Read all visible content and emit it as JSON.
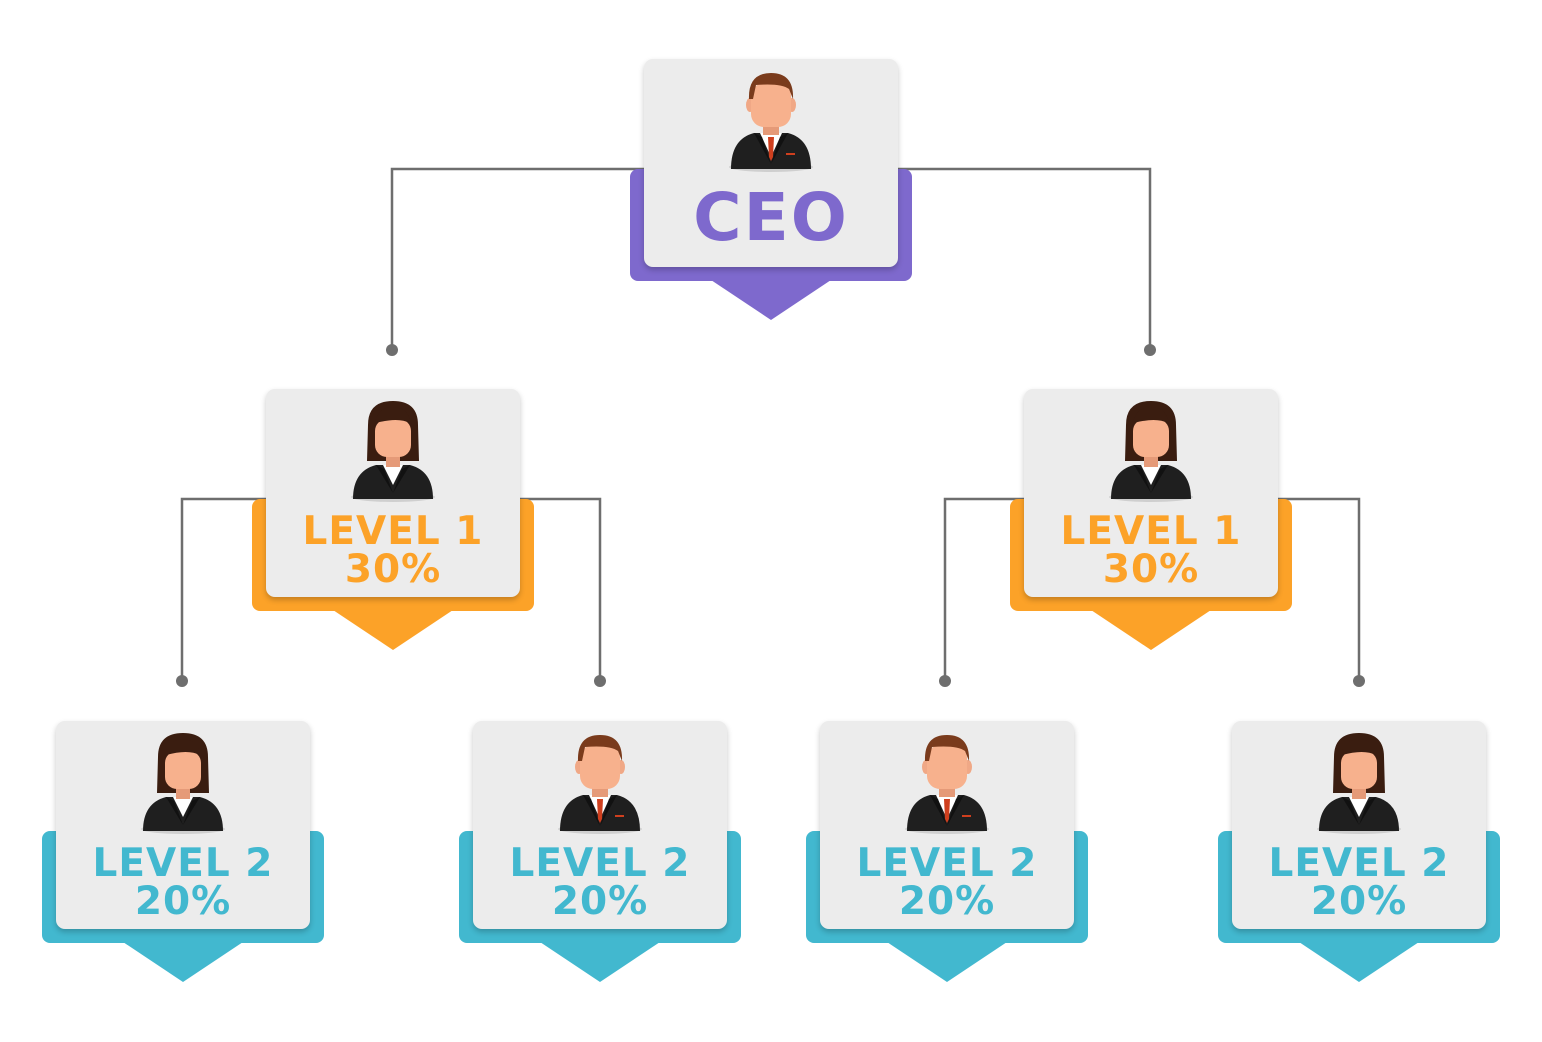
{
  "colors": {
    "ceo": "#7e69cd",
    "level1": "#fca228",
    "level2": "#42b8cf",
    "connector": "#6e6e6e",
    "card": "#ececec"
  },
  "nodes": {
    "ceo": {
      "title": "CEO",
      "percent": "",
      "avatar": "man-icon"
    },
    "l1_left": {
      "title": "LEVEL 1",
      "percent": "30%",
      "avatar": "woman-icon"
    },
    "l1_right": {
      "title": "LEVEL 1",
      "percent": "30%",
      "avatar": "woman-icon"
    },
    "l2_1": {
      "title": "LEVEL 2",
      "percent": "20%",
      "avatar": "woman-icon"
    },
    "l2_2": {
      "title": "LEVEL 2",
      "percent": "20%",
      "avatar": "man-icon"
    },
    "l2_3": {
      "title": "LEVEL 2",
      "percent": "20%",
      "avatar": "man-icon"
    },
    "l2_4": {
      "title": "LEVEL 2",
      "percent": "20%",
      "avatar": "woman-icon"
    }
  }
}
